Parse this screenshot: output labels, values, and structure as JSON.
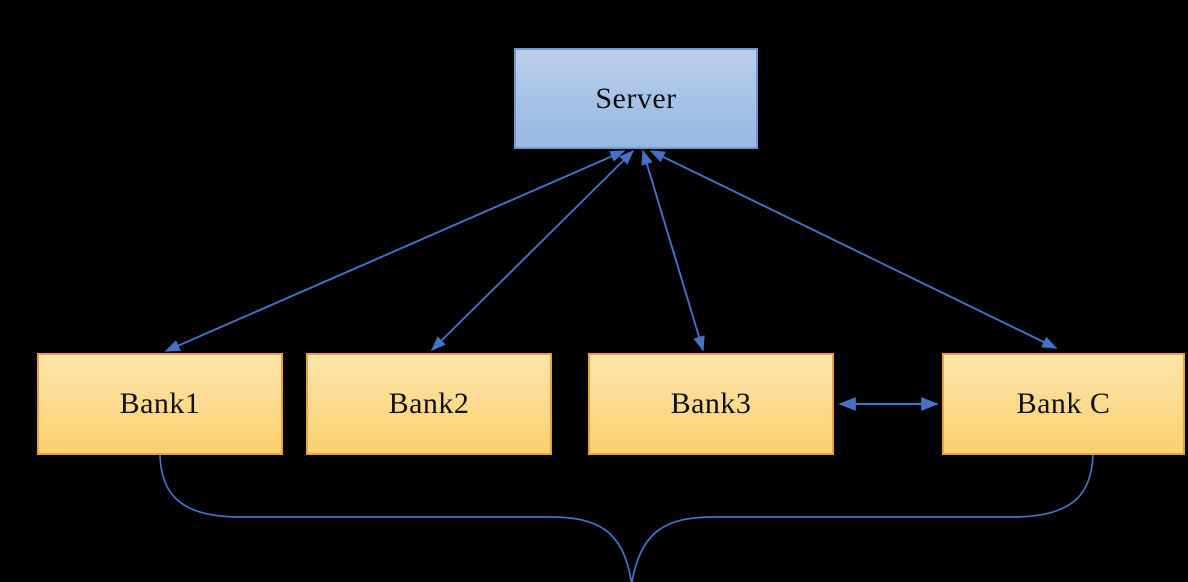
{
  "diagram": {
    "background_color": "#000000",
    "connector_color": "#4472c4",
    "nodes": {
      "server": {
        "label": "Server",
        "fill_top": "#bbd0ec",
        "fill_bottom": "#9ab9e1",
        "border": "#6c9bd2"
      },
      "bank1": {
        "label": "Bank1",
        "fill_top": "#fde4a8",
        "fill_bottom": "#fbd170",
        "border": "#e8a33c"
      },
      "bank2": {
        "label": "Bank2",
        "fill_top": "#fde4a8",
        "fill_bottom": "#fbd170",
        "border": "#e8a33c"
      },
      "bank3": {
        "label": "Bank3",
        "fill_top": "#fde4a8",
        "fill_bottom": "#fbd170",
        "border": "#e8a33c"
      },
      "bankc": {
        "label": "Bank C",
        "fill_top": "#fde4a8",
        "fill_bottom": "#fbd170",
        "border": "#e8a33c"
      }
    },
    "edges": [
      {
        "from": "Server",
        "to": "Bank1",
        "type": "double-arrow"
      },
      {
        "from": "Server",
        "to": "Bank2",
        "type": "double-arrow"
      },
      {
        "from": "Server",
        "to": "Bank3",
        "type": "double-arrow"
      },
      {
        "from": "Server",
        "to": "Bank C",
        "type": "double-arrow"
      },
      {
        "from": "Bank3",
        "to": "Bank C",
        "type": "double-arrow"
      },
      {
        "from": "Bank1",
        "to": "Bank C",
        "type": "brace-below",
        "shape": "downward curly brace converging to a point at bottom center"
      }
    ]
  }
}
